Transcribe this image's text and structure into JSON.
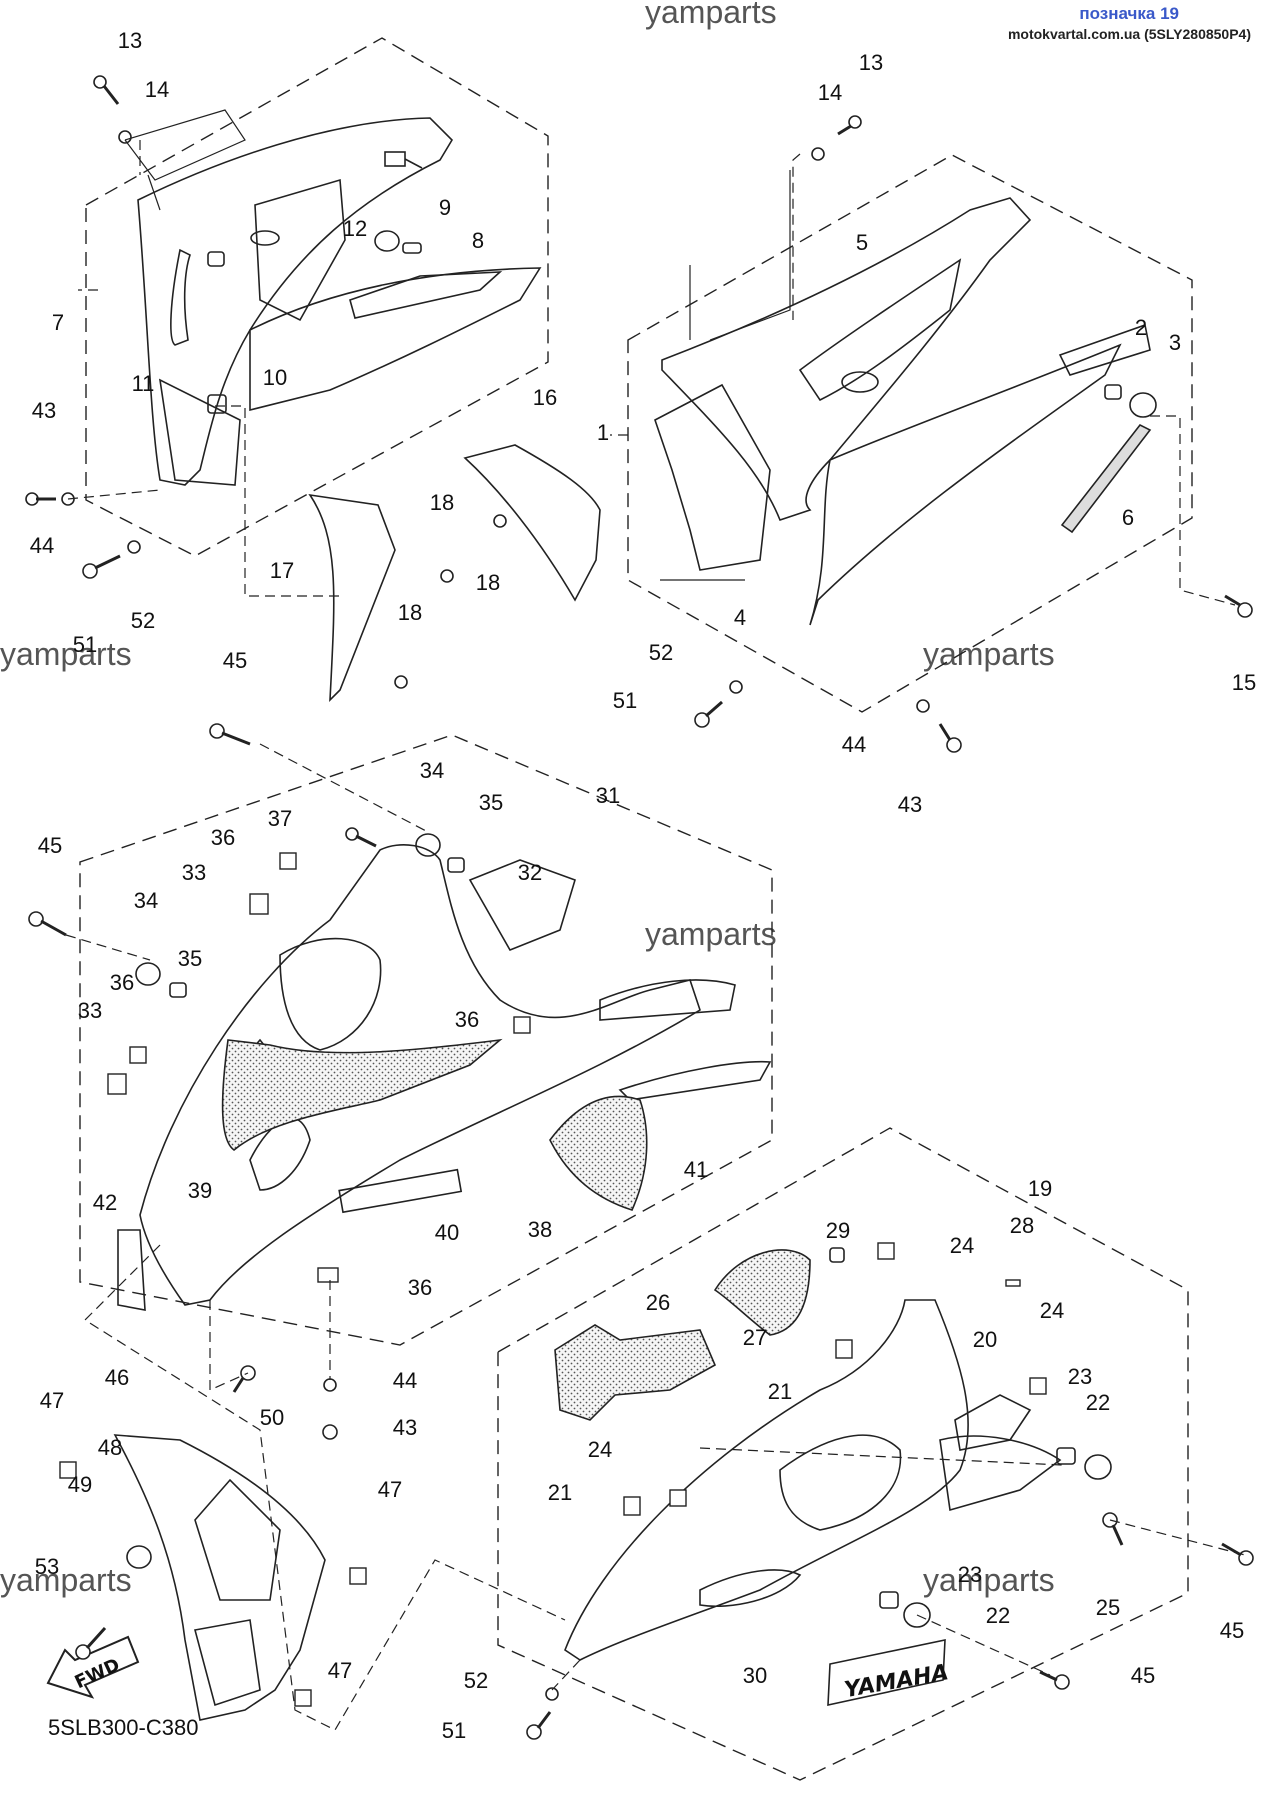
{
  "header": {
    "title": "позначка 19",
    "source": "motokvartal.com.ua (5SLY280850P4)"
  },
  "watermarks": [
    "yamparts",
    "yamparts",
    "yamparts",
    "yamparts",
    "yamparts",
    "yamparts"
  ],
  "diagram_code": "5SLB300-C380",
  "fwd_label": "FWD",
  "yamaha_decal": "YAMAHA",
  "colors": {
    "line": "#222222",
    "dot_fill": "#e6e6e6",
    "title": "#3a59c9"
  },
  "callouts": [
    "1",
    "2",
    "3",
    "4",
    "5",
    "6",
    "7",
    "8",
    "9",
    "10",
    "11",
    "12",
    "13",
    "14",
    "15",
    "16",
    "17",
    "18",
    "19",
    "20",
    "21",
    "22",
    "23",
    "24",
    "25",
    "26",
    "27",
    "28",
    "29",
    "30",
    "31",
    "32",
    "33",
    "34",
    "35",
    "36",
    "37",
    "38",
    "39",
    "40",
    "41",
    "42",
    "43",
    "44",
    "45",
    "46",
    "47",
    "48",
    "49",
    "50",
    "51",
    "52",
    "53"
  ]
}
